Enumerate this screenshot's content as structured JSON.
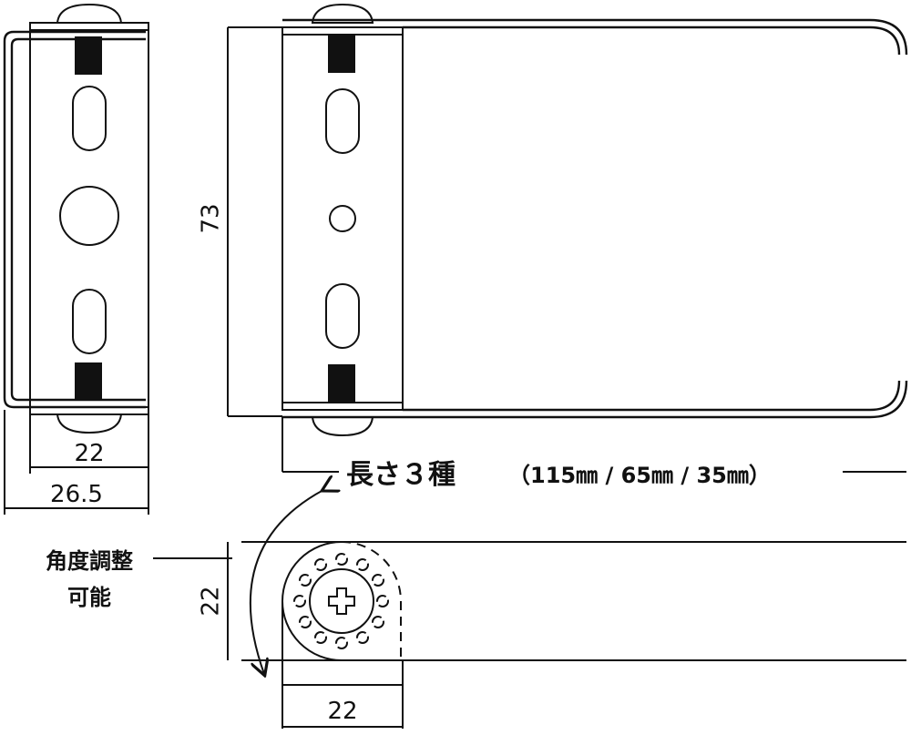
{
  "dimensions": {
    "left_inner_width": "22",
    "left_outer_width": "26.5",
    "height": "73",
    "side_height": "22",
    "bottom_width": "22"
  },
  "length_label": {
    "main": "長さ３種",
    "options": "（115㎜ / 65㎜ / 35㎜）"
  },
  "angle_label": {
    "line1": "角度調整",
    "line2": "可能"
  },
  "colors": {
    "line": "#111111",
    "background": "#ffffff"
  }
}
